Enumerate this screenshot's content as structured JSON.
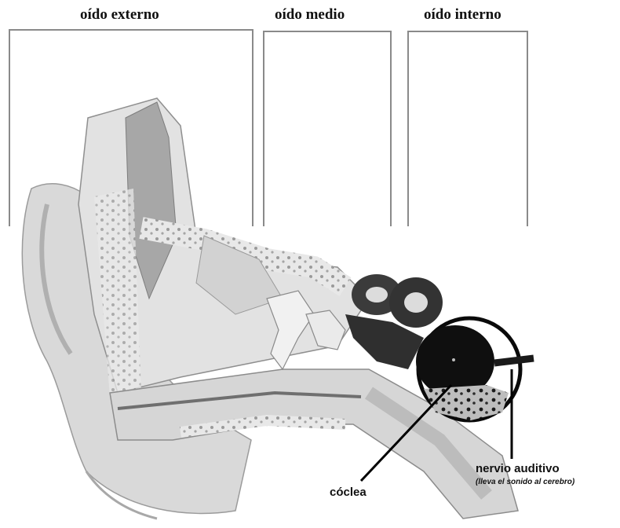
{
  "sections": [
    {
      "label": "oído externo"
    },
    {
      "label": "oído medio"
    },
    {
      "label": "oído interno"
    }
  ],
  "labels": {
    "nervio": "nervio auditivo",
    "nervio_note": "(lleva el sonido al cerebro)",
    "coclea": "cóclea"
  }
}
